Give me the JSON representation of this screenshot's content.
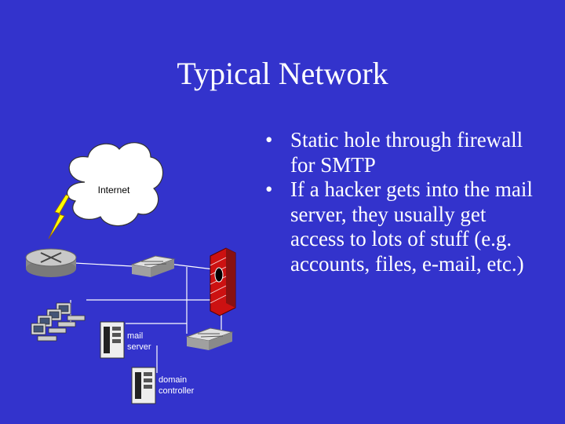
{
  "slide": {
    "title": "Typical Network",
    "bullets": [
      "Static hole through firewall for SMTP",
      "If a hacker gets into the mail server, they usually get access to lots of stuff (e.g. accounts, files, e-mail, etc.)"
    ],
    "bullet_marker": "•"
  },
  "diagram": {
    "internet_label": "Internet",
    "mail_server_label": [
      "mail",
      "server"
    ],
    "domain_controller_label": [
      "domain",
      "controller"
    ]
  },
  "colors": {
    "background": "#3333cc",
    "text": "#ffffff",
    "lightning": "#ffff00",
    "firewall": "#cc1111"
  }
}
